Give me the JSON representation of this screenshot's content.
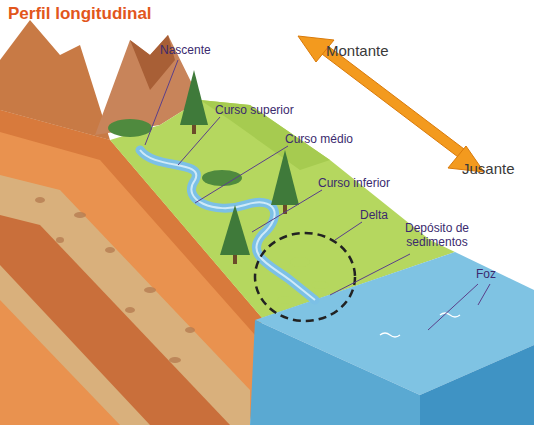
{
  "diagram": {
    "title": "Perfil longitudinal",
    "labels": [
      "Nascente",
      "Curso superior",
      "Curso médio",
      "Curso inferior",
      "Delta",
      "Depósito de sedimentos",
      "Foz",
      "Montante",
      "Jusante"
    ]
  }
}
